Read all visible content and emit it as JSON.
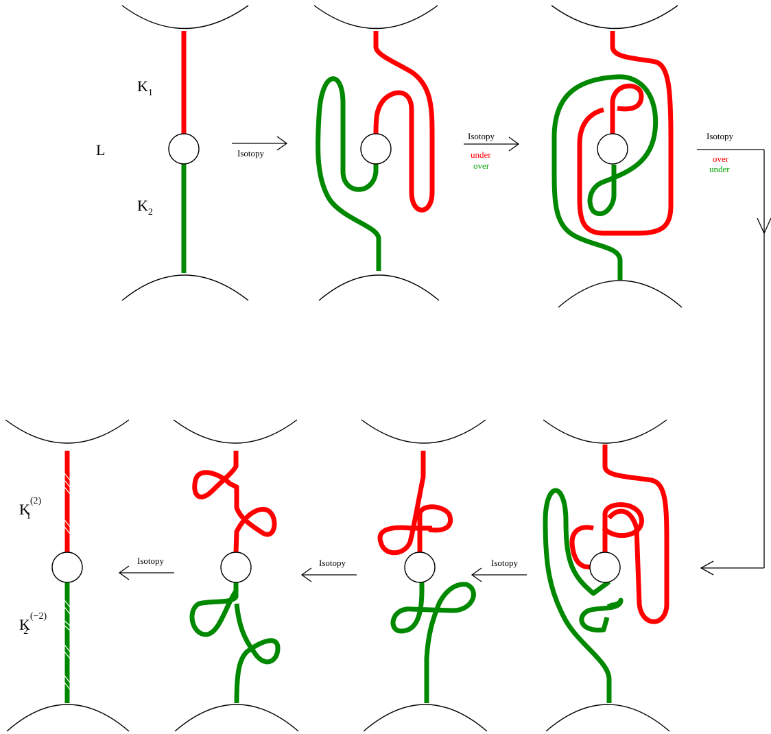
{
  "colors": {
    "k1": "#ff0000",
    "k2": "#008800",
    "lines": "#000000"
  },
  "labels": {
    "L": "L",
    "k1_base": "K",
    "k1_sub": "1",
    "k2_base": "K",
    "k2_sub": "2",
    "k1_twist_sup": "(2)",
    "k1_twist_sub": "1",
    "k2_twist_sup": "(−2)",
    "k2_twist_sub": "2"
  },
  "arrows": {
    "a1": "Isotopy",
    "a2": "Isotopy",
    "a2_top": "under",
    "a2_bottom": "over",
    "a3": "Isotopy",
    "a3_top": "over",
    "a3_bottom": "under",
    "a4": "Isotopy",
    "a5": "Isotopy",
    "a6": "Isotopy"
  }
}
